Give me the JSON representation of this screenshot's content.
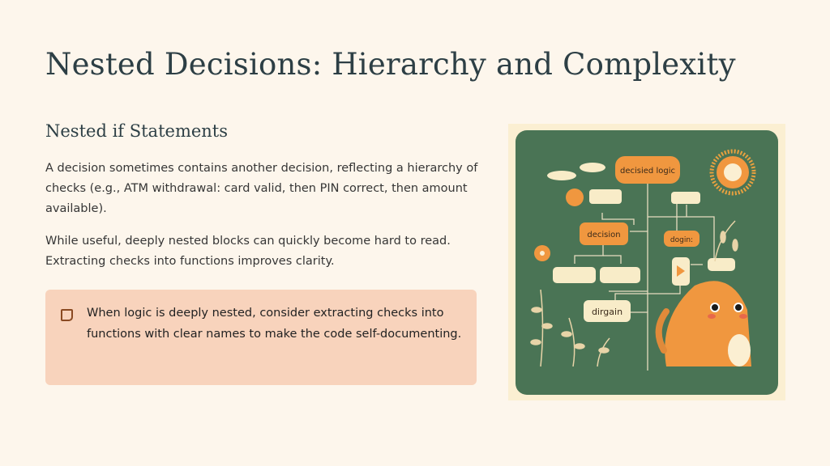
{
  "slide": {
    "title": "Nested Decisions: Hierarchy and Complexity",
    "subtitle": "Nested if Statements",
    "paragraphs": [
      "A decision sometimes contains another decision, reflecting a hierarchy of checks (e.g., ATM withdrawal: card valid, then PIN correct, then amount available).",
      "While useful, deeply nested blocks can quickly become hard to read. Extracting checks into functions improves clarity."
    ],
    "callout": {
      "icon": "sticky-note-icon",
      "text": "When logic is deeply nested, consider extracting checks into functions with clear names to make the code self-documenting."
    }
  },
  "illustration": {
    "labels": {
      "top": "decisied logic",
      "left": "decision",
      "right": "dogin:",
      "bottom": "dirgain"
    },
    "colors": {
      "background": "#fdf6ec",
      "panel": "#4a7455",
      "orange": "#f0973f",
      "cream": "#f8ecc8",
      "callout": "#f8d3bc"
    }
  }
}
